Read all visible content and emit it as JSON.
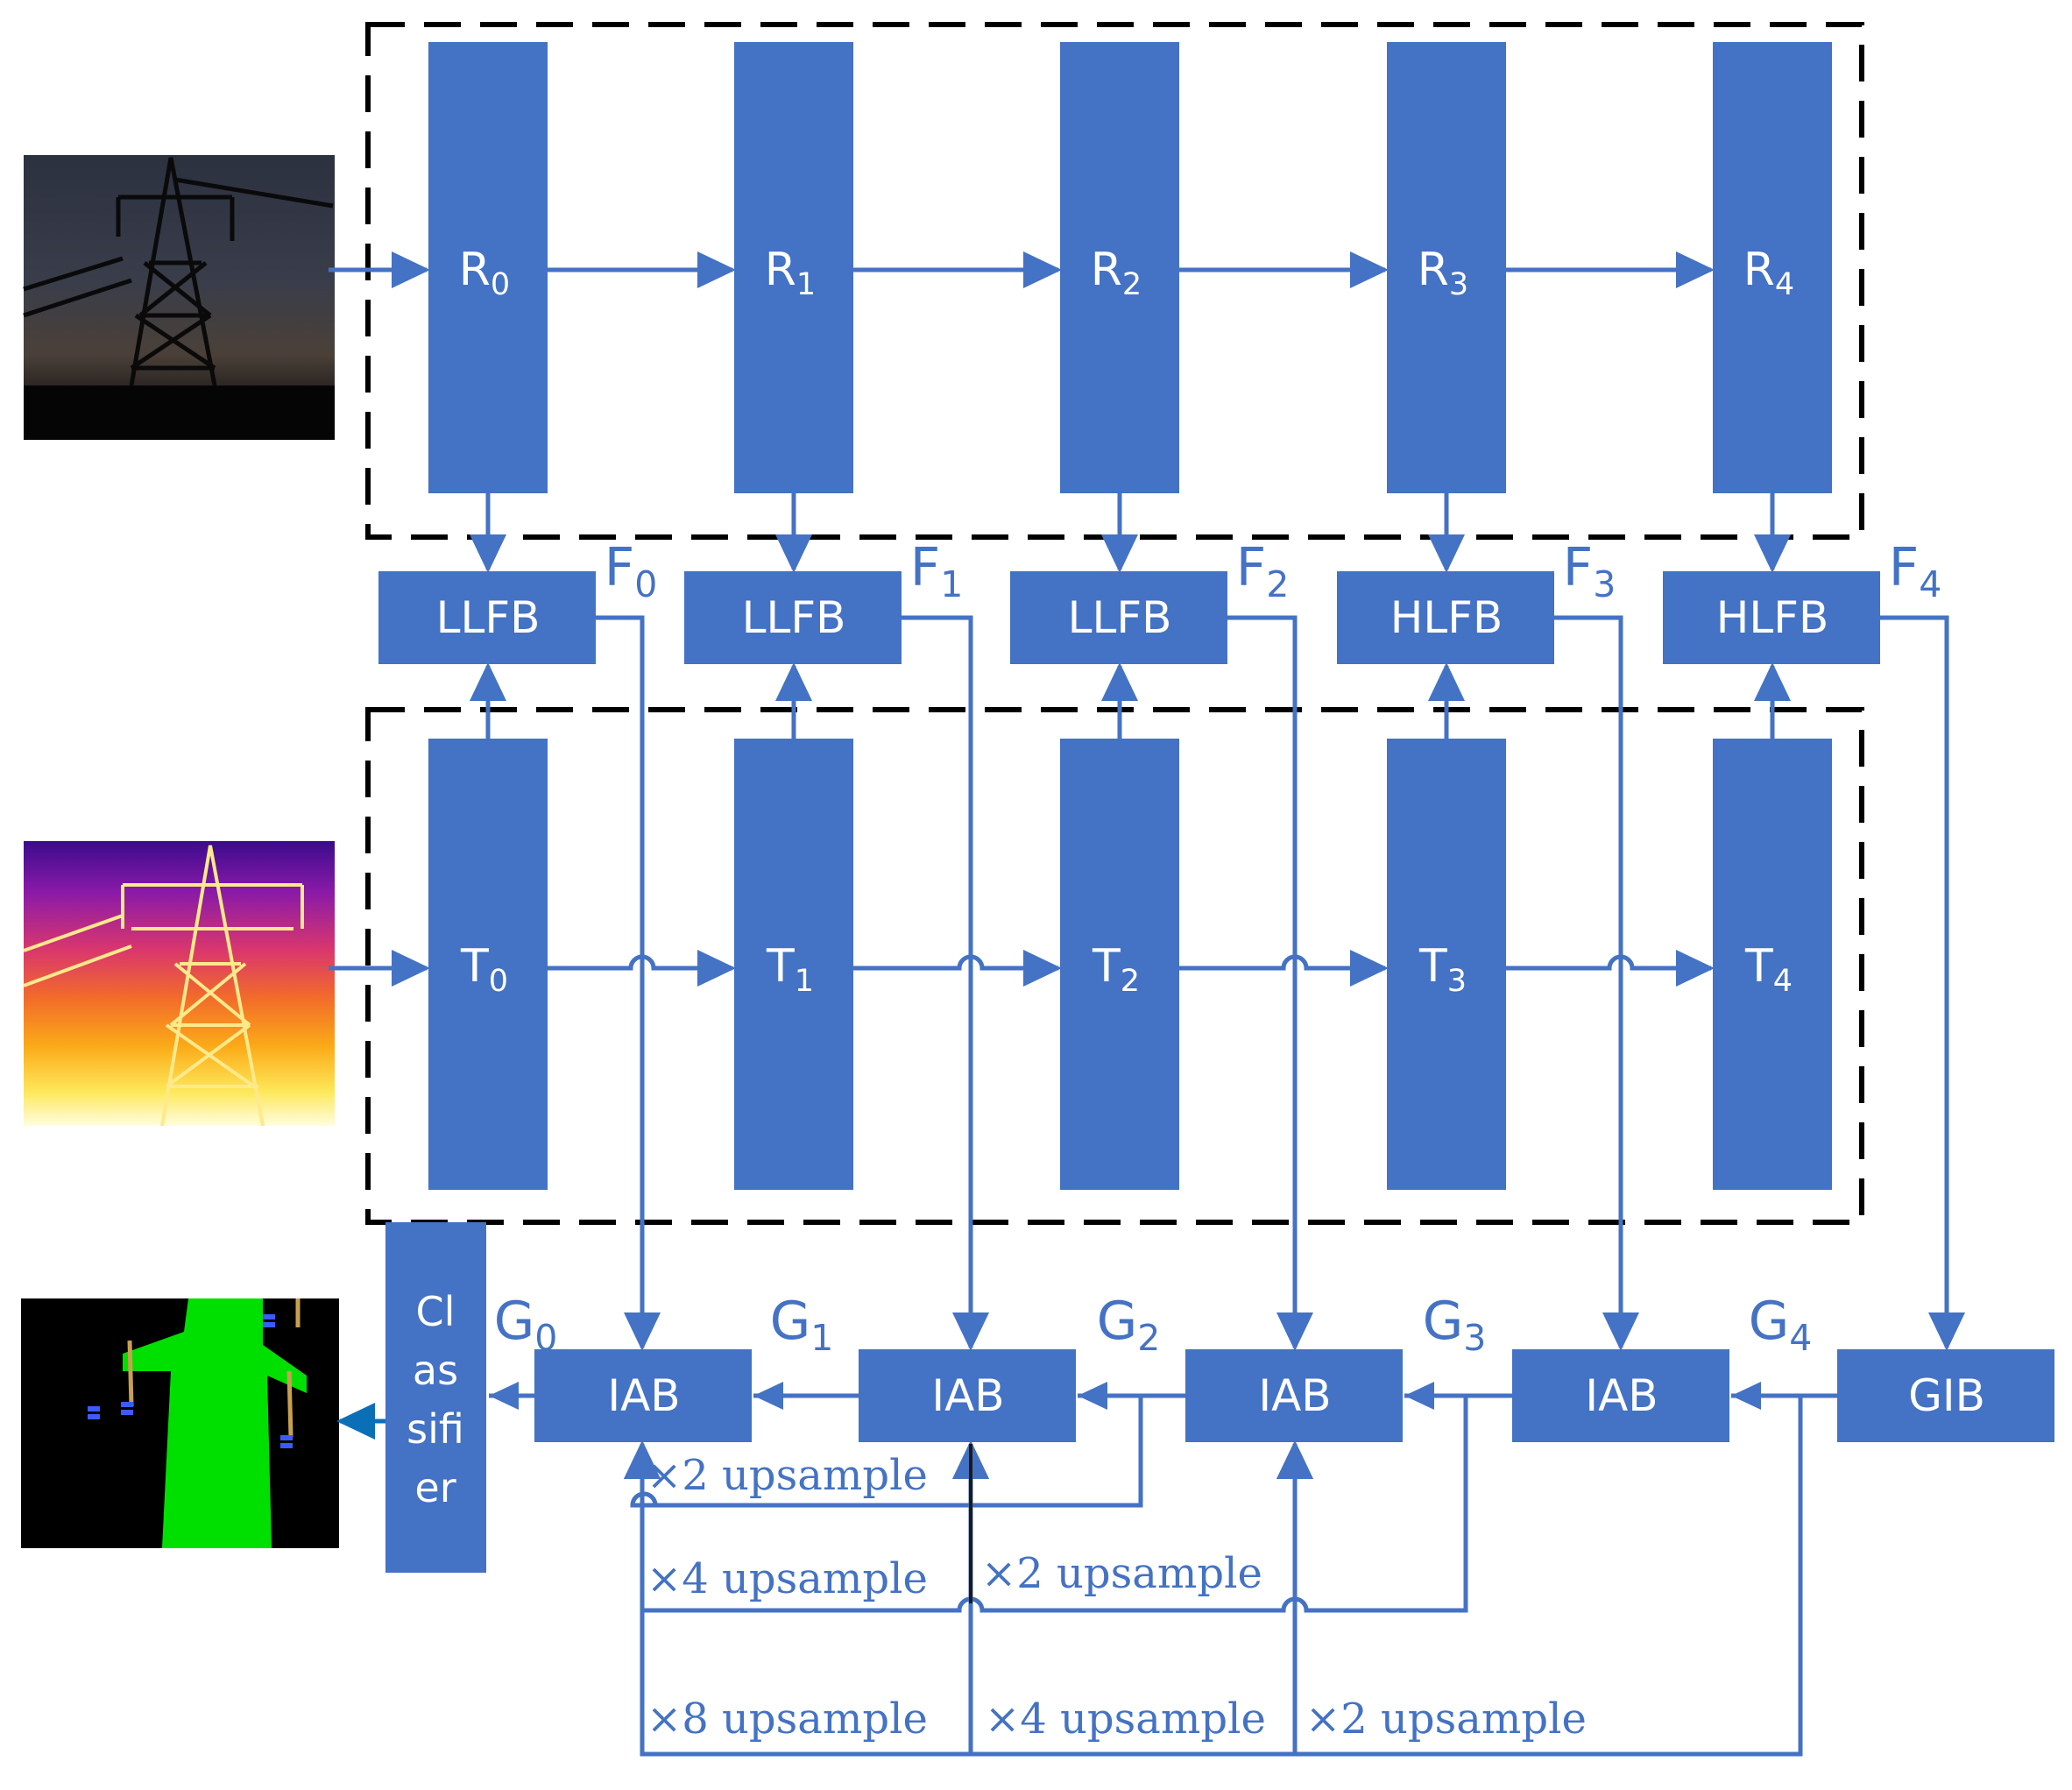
{
  "colors": {
    "block": "#4472c4",
    "arrow": "#4472c4",
    "dash": "#000000",
    "segmentation": "#00e000"
  },
  "rgb_stage": [
    {
      "letter": "R",
      "sub": "0"
    },
    {
      "letter": "R",
      "sub": "1"
    },
    {
      "letter": "R",
      "sub": "2"
    },
    {
      "letter": "R",
      "sub": "3"
    },
    {
      "letter": "R",
      "sub": "4"
    }
  ],
  "thermal_stage": [
    {
      "letter": "T",
      "sub": "0"
    },
    {
      "letter": "T",
      "sub": "1"
    },
    {
      "letter": "T",
      "sub": "2"
    },
    {
      "letter": "T",
      "sub": "3"
    },
    {
      "letter": "T",
      "sub": "4"
    }
  ],
  "fusion_blocks": [
    "LLFB",
    "LLFB",
    "LLFB",
    "HLFB",
    "HLFB"
  ],
  "fusion_outputs": [
    {
      "letter": "F",
      "sub": "0"
    },
    {
      "letter": "F",
      "sub": "1"
    },
    {
      "letter": "F",
      "sub": "2"
    },
    {
      "letter": "F",
      "sub": "3"
    },
    {
      "letter": "F",
      "sub": "4"
    }
  ],
  "decoder_blocks": [
    "IAB",
    "IAB",
    "IAB",
    "IAB",
    "GIB"
  ],
  "decoder_outputs": [
    {
      "letter": "G",
      "sub": "0"
    },
    {
      "letter": "G",
      "sub": "1"
    },
    {
      "letter": "G",
      "sub": "2"
    },
    {
      "letter": "G",
      "sub": "3"
    },
    {
      "letter": "G",
      "sub": "4"
    }
  ],
  "classifier_lines": [
    "Cl",
    "as",
    "sifi",
    "er"
  ],
  "upsample_labels": {
    "row1": [
      "×2 upsample"
    ],
    "row2": [
      "×4 upsample",
      "×2 upsample"
    ],
    "row3": [
      "×8 upsample",
      "×4 upsample",
      "×2 upsample"
    ]
  }
}
